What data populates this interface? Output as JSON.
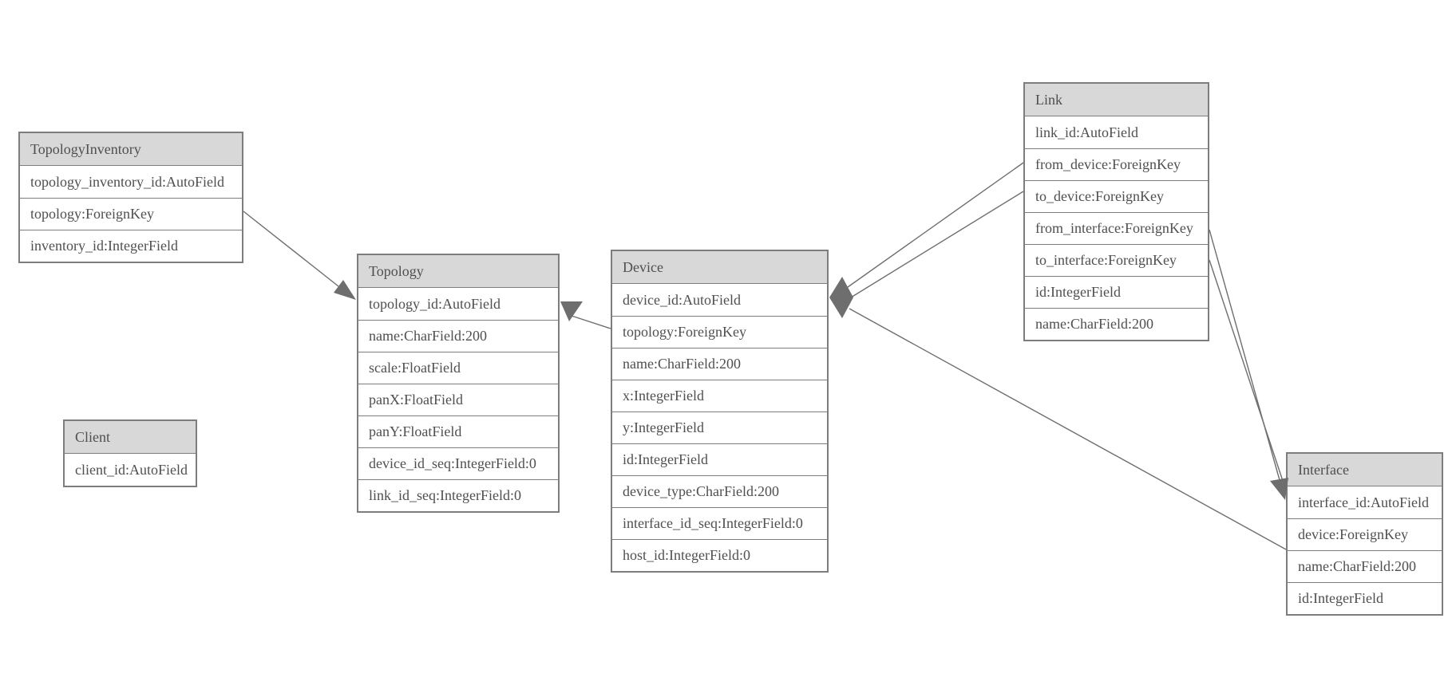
{
  "diagram": {
    "entities": {
      "topology_inventory": {
        "title": "TopologyInventory",
        "fields": [
          "topology_inventory_id:AutoField",
          "topology:ForeignKey",
          "inventory_id:IntegerField"
        ]
      },
      "topology": {
        "title": "Topology",
        "fields": [
          "topology_id:AutoField",
          "name:CharField:200",
          "scale:FloatField",
          "panX:FloatField",
          "panY:FloatField",
          "device_id_seq:IntegerField:0",
          "link_id_seq:IntegerField:0"
        ]
      },
      "client": {
        "title": "Client",
        "fields": [
          "client_id:AutoField"
        ]
      },
      "device": {
        "title": "Device",
        "fields": [
          "device_id:AutoField",
          "topology:ForeignKey",
          "name:CharField:200",
          "x:IntegerField",
          "y:IntegerField",
          "id:IntegerField",
          "device_type:CharField:200",
          "interface_id_seq:IntegerField:0",
          "host_id:IntegerField:0"
        ]
      },
      "link": {
        "title": "Link",
        "fields": [
          "link_id:AutoField",
          "from_device:ForeignKey",
          "to_device:ForeignKey",
          "from_interface:ForeignKey",
          "to_interface:ForeignKey",
          "id:IntegerField",
          "name:CharField:200"
        ]
      },
      "interface": {
        "title": "Interface",
        "fields": [
          "interface_id:AutoField",
          "device:ForeignKey",
          "name:CharField:200",
          "id:IntegerField"
        ]
      }
    },
    "relations": [
      {
        "from": "TopologyInventory.topology",
        "to": "Topology",
        "type": "ForeignKey"
      },
      {
        "from": "Device.topology",
        "to": "Topology",
        "type": "ForeignKey"
      },
      {
        "from": "Link.from_device",
        "to": "Device",
        "type": "ForeignKey"
      },
      {
        "from": "Link.to_device",
        "to": "Device",
        "type": "ForeignKey"
      },
      {
        "from": "Interface.device",
        "to": "Device",
        "type": "ForeignKey"
      },
      {
        "from": "Link.from_interface",
        "to": "Interface",
        "type": "ForeignKey"
      },
      {
        "from": "Link.to_interface",
        "to": "Interface",
        "type": "ForeignKey"
      }
    ],
    "colors": {
      "header_fill": "#d8d8d8",
      "border": "#7d7d7d",
      "line": "#6e6e6e",
      "text": "#4f4f4f",
      "background": "#ffffff"
    }
  }
}
